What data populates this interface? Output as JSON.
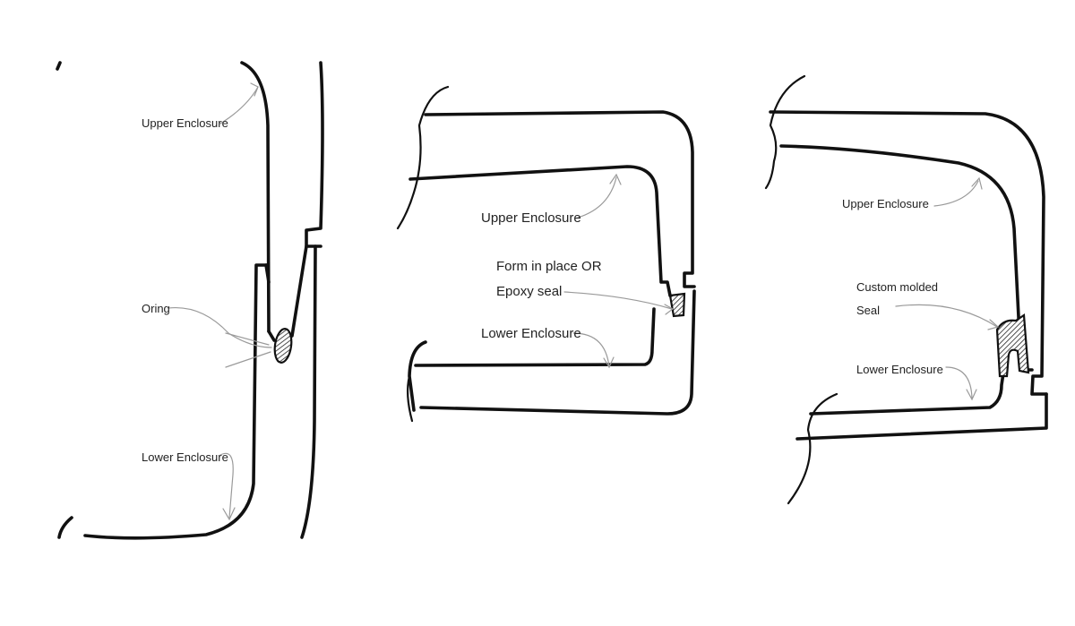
{
  "panels": [
    {
      "id": "oring",
      "labels": {
        "upper": "Upper Enclosure",
        "seal": "Oring",
        "lower": "Lower Enclosure"
      }
    },
    {
      "id": "form-in-place",
      "labels": {
        "upper": "Upper Enclosure",
        "seal_line1": "Form in place OR",
        "seal_line2": "Epoxy seal",
        "lower": "Lower Enclosure"
      }
    },
    {
      "id": "custom-molded",
      "labels": {
        "upper": "Upper Enclosure",
        "seal_line1": "Custom molded",
        "seal_line2": "Seal",
        "lower": "Lower Enclosure"
      }
    }
  ],
  "colors": {
    "ink": "#111111",
    "leader": "#9a9a9a",
    "background": "#ffffff"
  }
}
